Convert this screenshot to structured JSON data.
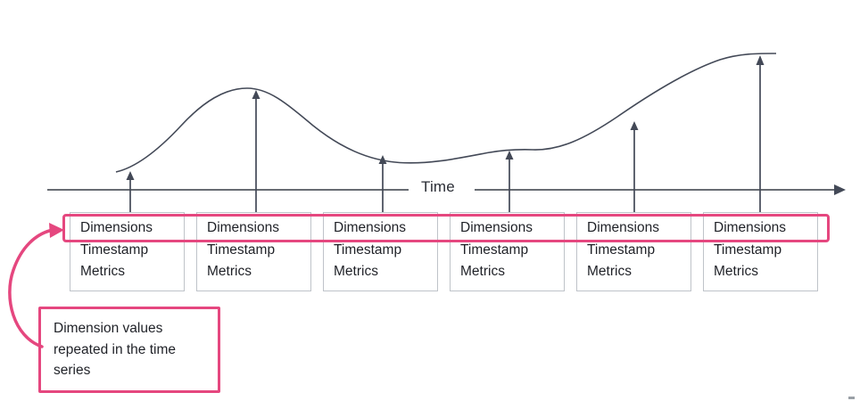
{
  "colors": {
    "accent_pink": "#e5477f",
    "diagram_stroke": "#434957",
    "axis_stroke": "#53575f",
    "card_border": "#bfc3c9",
    "text": "#1f2127"
  },
  "axis": {
    "label": "Time"
  },
  "records": [
    {
      "dimensions": "Dimensions",
      "timestamp": "Timestamp",
      "metrics": "Metrics"
    },
    {
      "dimensions": "Dimensions",
      "timestamp": "Timestamp",
      "metrics": "Metrics"
    },
    {
      "dimensions": "Dimensions",
      "timestamp": "Timestamp",
      "metrics": "Metrics"
    },
    {
      "dimensions": "Dimensions",
      "timestamp": "Timestamp",
      "metrics": "Metrics"
    },
    {
      "dimensions": "Dimensions",
      "timestamp": "Timestamp",
      "metrics": "Metrics"
    },
    {
      "dimensions": "Dimensions",
      "timestamp": "Timestamp",
      "metrics": "Metrics"
    }
  ],
  "callout": {
    "text": "Dimension values repeated in the time series"
  },
  "icons": {
    "axis_arrowhead": "right-arrow",
    "sample_arrowhead": "up-arrow",
    "callout_arrowhead": "right-arrow"
  }
}
